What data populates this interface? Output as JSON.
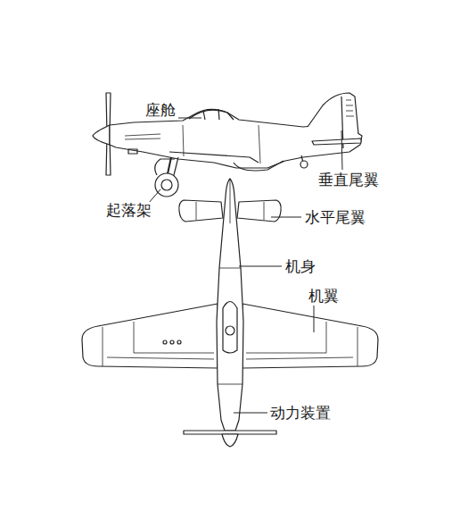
{
  "diagram": {
    "labels": [
      "座舱",
      "垂直尾翼",
      "起落架",
      "水平尾翼",
      "机身",
      "机翼",
      "动力装置"
    ]
  }
}
